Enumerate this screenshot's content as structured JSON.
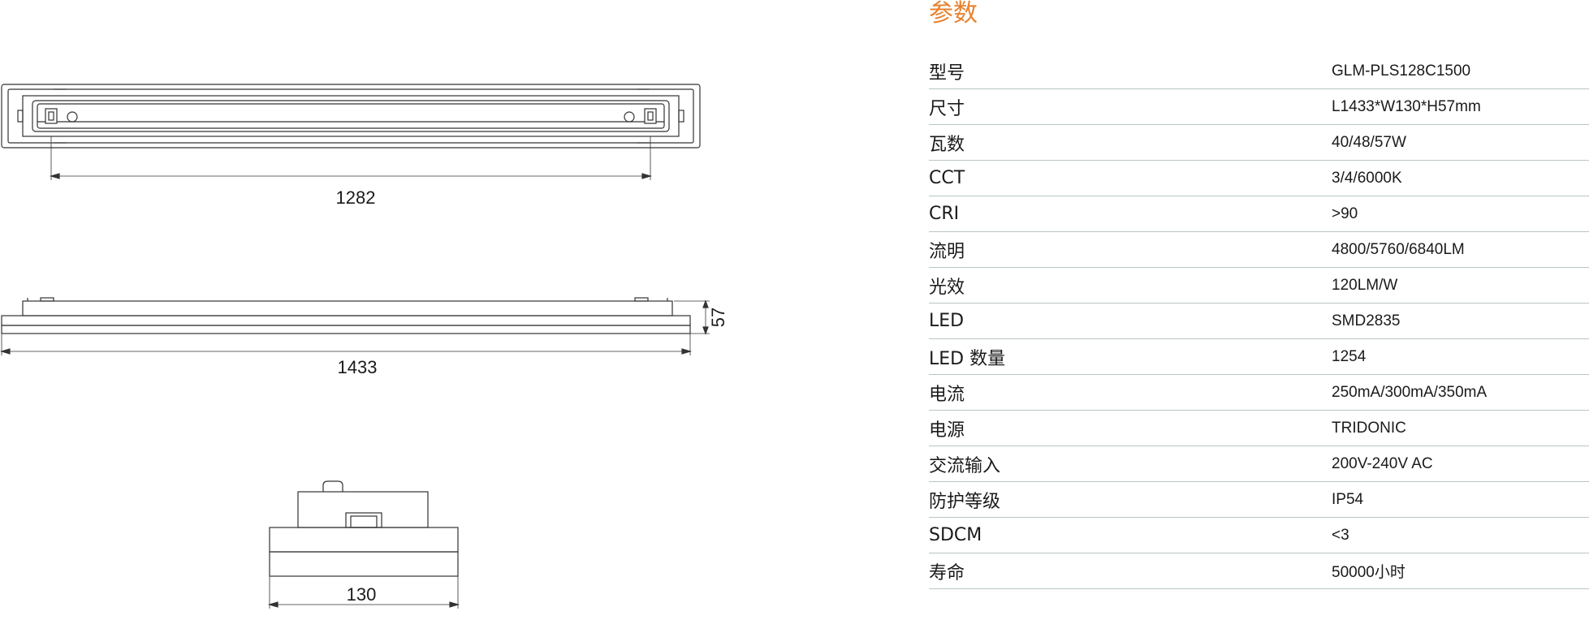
{
  "drawing": {
    "top_view_dimension": "1282",
    "side_view_length": "1433",
    "side_view_height": "57",
    "end_view_width": "130"
  },
  "specs": {
    "title": "参数",
    "rows": [
      {
        "key": "型号",
        "value": "GLM-PLS128C1500"
      },
      {
        "key": "尺寸",
        "value": "L1433*W130*H57mm"
      },
      {
        "key": "瓦数",
        "value": "40/48/57W"
      },
      {
        "key": "CCT",
        "value": "3/4/6000K"
      },
      {
        "key": "CRI",
        "value": ">90"
      },
      {
        "key": "流明",
        "value": "4800/5760/6840LM"
      },
      {
        "key": "光效",
        "value": "120LM/W"
      },
      {
        "key": "LED",
        "value": "SMD2835"
      },
      {
        "key": "LED  数量",
        "value": "1254"
      },
      {
        "key": "电流",
        "value": "250mA/300mA/350mA"
      },
      {
        "key": "电源",
        "value": "TRIDONIC"
      },
      {
        "key": "交流输入",
        "value": "200V-240V AC"
      },
      {
        "key": "防护等级",
        "value": "IP54"
      },
      {
        "key": "SDCM",
        "value": "<3"
      },
      {
        "key": "寿命",
        "value": "50000小时"
      }
    ]
  }
}
